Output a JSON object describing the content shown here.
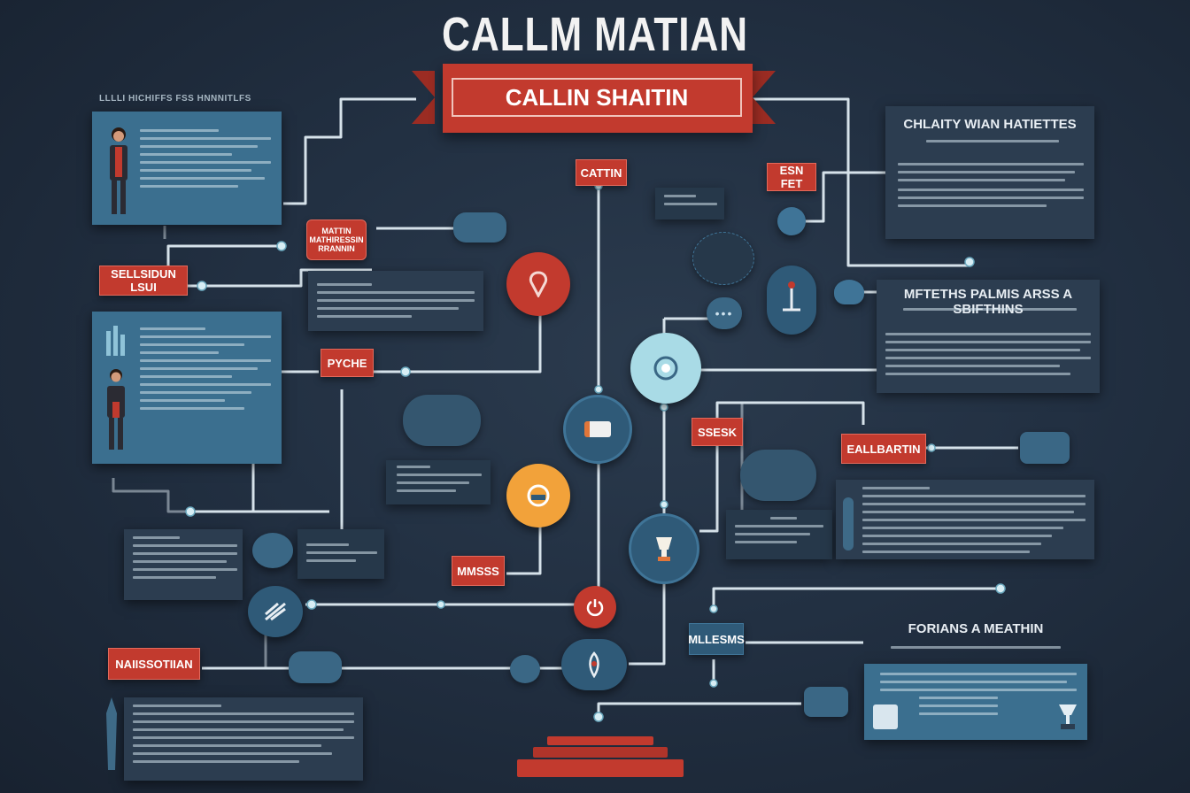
{
  "title": "CALLM MATIAN",
  "banner": {
    "label": "CALLIN SHAITIN"
  },
  "left_header": "LLLLI HICHIFFS FSS HNNNITLFS",
  "tags": {
    "cattin": "CATTIN",
    "esnfet": "ESN FET",
    "matin": "MATTIN\nMATHIRESSIN\nRRANNIN",
    "sellasian": "SELLSIDUN LSUI",
    "pyche": "PYCHE",
    "ssesk": "SSESK",
    "eallbarin": "EALLBARTIN",
    "mmaisse": "MMSSS",
    "mllesms": "MLLESMS",
    "naiseotiian": "NAIISSOTIIAN"
  },
  "right_top": {
    "heading": "CHLAITY WIAN HATIETTES"
  },
  "right_mid": {
    "heading": "MFTETHS PALMIS ARSS A SBIFTHINS"
  },
  "right_bottom": {
    "heading": "FORIANS A MEATHIN"
  },
  "colors": {
    "red": "#c23a2e",
    "navy": "#2c3d50",
    "teal": "#3b6f8f",
    "orange": "#f2a23a",
    "light": "#a9dbe6"
  },
  "icons": [
    "person-icon",
    "target-icon",
    "tag-icon",
    "eye-icon",
    "trophy-icon",
    "anchor-icon",
    "power-icon",
    "rocket-icon",
    "ear-icon",
    "clock-icon"
  ]
}
